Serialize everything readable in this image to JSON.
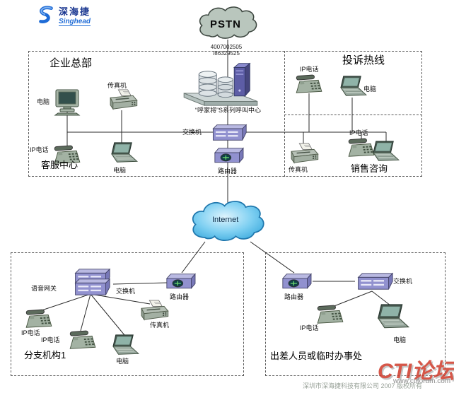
{
  "brand": {
    "logo_s": "S",
    "name_cn": "深海捷",
    "name_en": "Singhead"
  },
  "clouds": {
    "pstn": "PSTN",
    "internet": "Internet"
  },
  "access_numbers": {
    "line1": "4007002505",
    "line2": "/86329525"
  },
  "call_center": {
    "caption": "“呼家将”S系列呼叫中心"
  },
  "regions": {
    "hq": "企业总部",
    "complaint_hotline": "投诉热线",
    "customer_service": "客服中心",
    "sales_consulting": "销售咨询",
    "branch": "分支机构1",
    "remote_office": "出差人员或临时办事处"
  },
  "device_labels": {
    "computer": "电脑",
    "fax": "传真机",
    "ip_phone": "IP电话",
    "switch": "交换机",
    "router": "路由器",
    "voice_gateway": "语音网关"
  },
  "footer": {
    "copyright": "深圳市深海捷科技有限公司 2007 版权所有"
  },
  "watermark": {
    "title": "CTI论坛",
    "url": "www.ctiforum.com"
  },
  "colors": {
    "device_purple": "#9191cf",
    "pstn_cloud": "#b9c6bd",
    "internet_cloud": "#63c2ee",
    "watermark_red": "#cf3a2a",
    "brand_blue": "#1e6bd6"
  }
}
